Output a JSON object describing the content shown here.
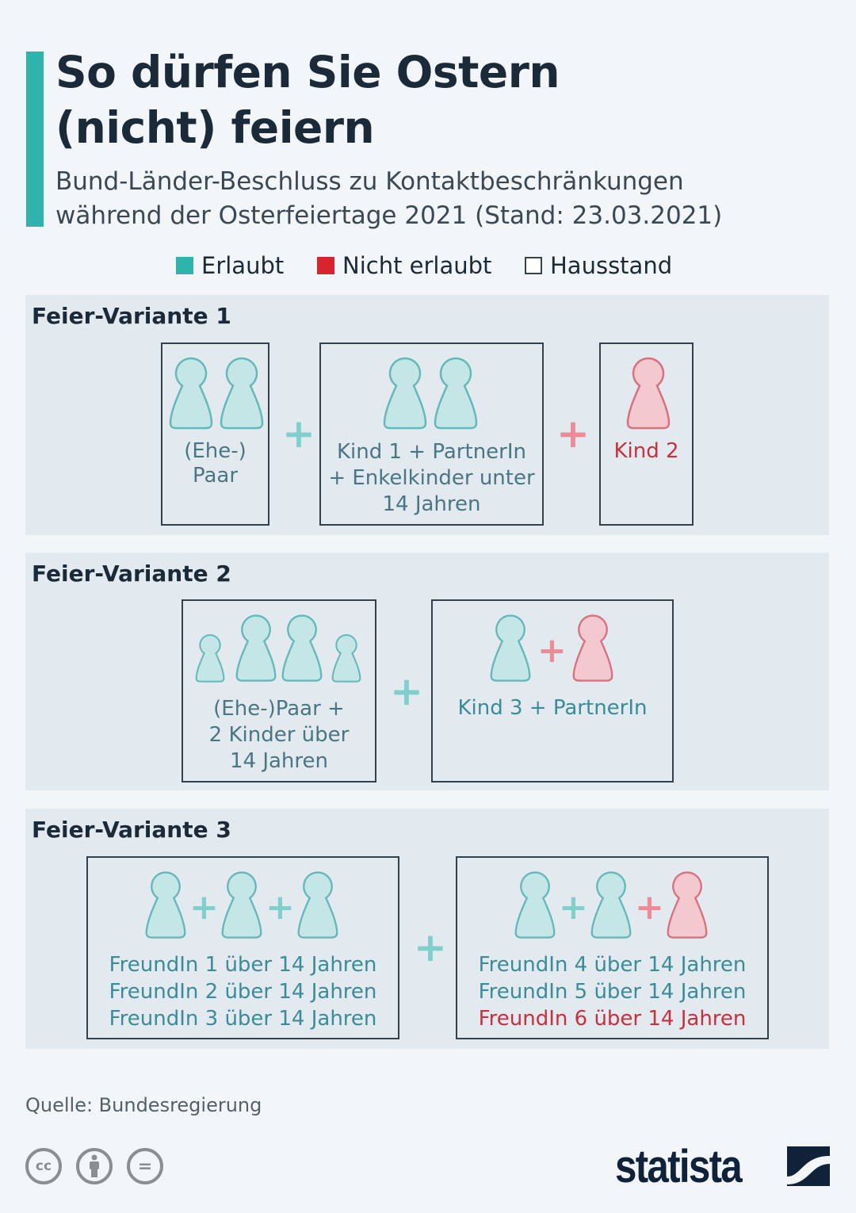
{
  "title_line1": "So dürfen Sie Ostern",
  "title_line2": "(nicht) feiern",
  "subtitle_line1": "Bund-Länder-Beschluss zu Kontaktbeschränkungen",
  "subtitle_line2": "während der Osterfeiertage 2021 (Stand: 23.03.2021)",
  "legend": [
    {
      "label": "Erlaubt",
      "color": "#2fb3ad"
    },
    {
      "label": "Nicht erlaubt",
      "color": "#d8242f"
    },
    {
      "label": "Hausstand",
      "color": "#ffffff"
    }
  ],
  "variants": [
    {
      "title": "Feier-Variante 1",
      "boxes": [
        {
          "lines": [
            "(Ehe-)",
            "Paar"
          ]
        },
        {
          "lines": [
            "Kind 1 + PartnerIn",
            "+ Enkelkinder unter",
            "14 Jahren"
          ]
        },
        {
          "lines": [
            "Kind 2"
          ]
        }
      ]
    },
    {
      "title": "Feier-Variante 2",
      "boxes": [
        {
          "lines": [
            "(Ehe-)Paar +",
            "2 Kinder über",
            "14 Jahren"
          ]
        },
        {
          "lines": [
            "Kind 3 + PartnerIn"
          ]
        }
      ]
    },
    {
      "title": "Feier-Variante 3",
      "boxes": [
        {
          "lines": [
            "FreundIn 1 über 14 Jahren",
            "FreundIn 2 über 14 Jahren",
            "FreundIn 3 über 14 Jahren"
          ]
        },
        {
          "lines": [
            "FreundIn 4 über 14 Jahren",
            "FreundIn 5 über 14 Jahren",
            "FreundIn 6 über 14 Jahren"
          ]
        }
      ]
    }
  ],
  "plus_symbol": "+",
  "source": "Quelle: Bundesregierung",
  "license_icons": [
    "cc-icon",
    "by-icon",
    "nd-icon"
  ],
  "license_labels": [
    "cc",
    "="
  ],
  "logo": "statista"
}
